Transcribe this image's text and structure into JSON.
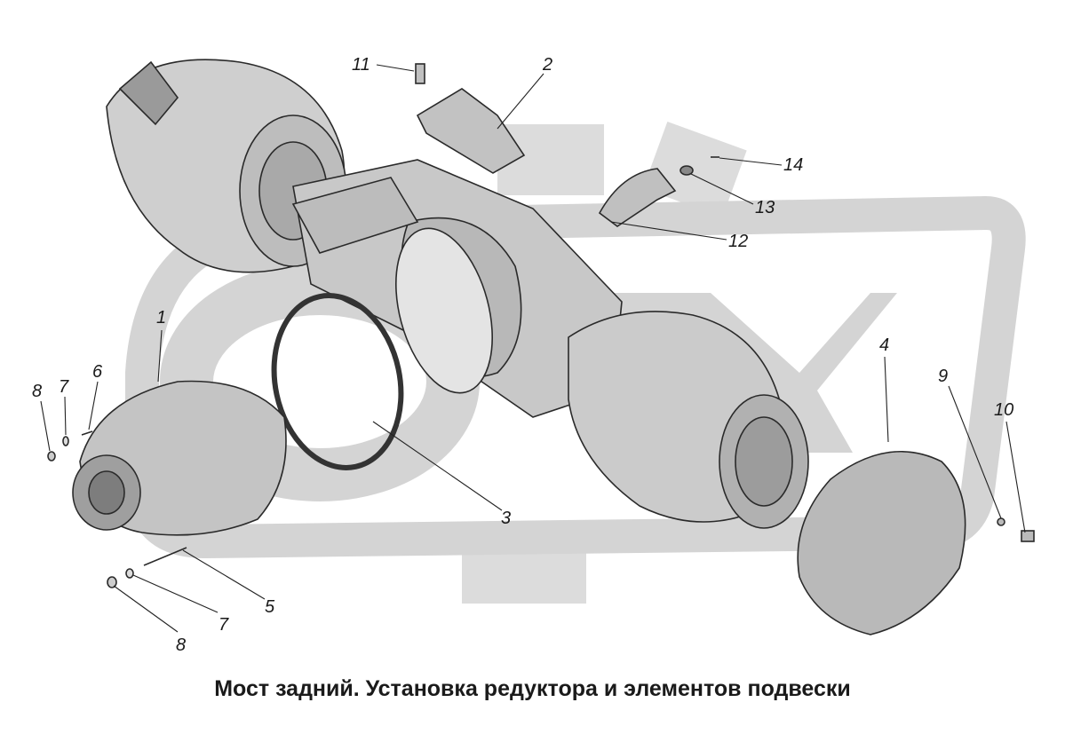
{
  "caption": "Мост задний. Установка редуктора и элементов подвески",
  "callouts": {
    "c1": "1",
    "c2": "2",
    "c3": "3",
    "c4": "4",
    "c5": "5",
    "c6": "6",
    "c7a": "7",
    "c7b": "7",
    "c8a": "8",
    "c8b": "8",
    "c9": "9",
    "c10": "10",
    "c11": "11",
    "c12": "12",
    "c13": "13",
    "c14": "14"
  },
  "watermark": {
    "logo": "gear-logo",
    "color": "#d9d9d9"
  }
}
